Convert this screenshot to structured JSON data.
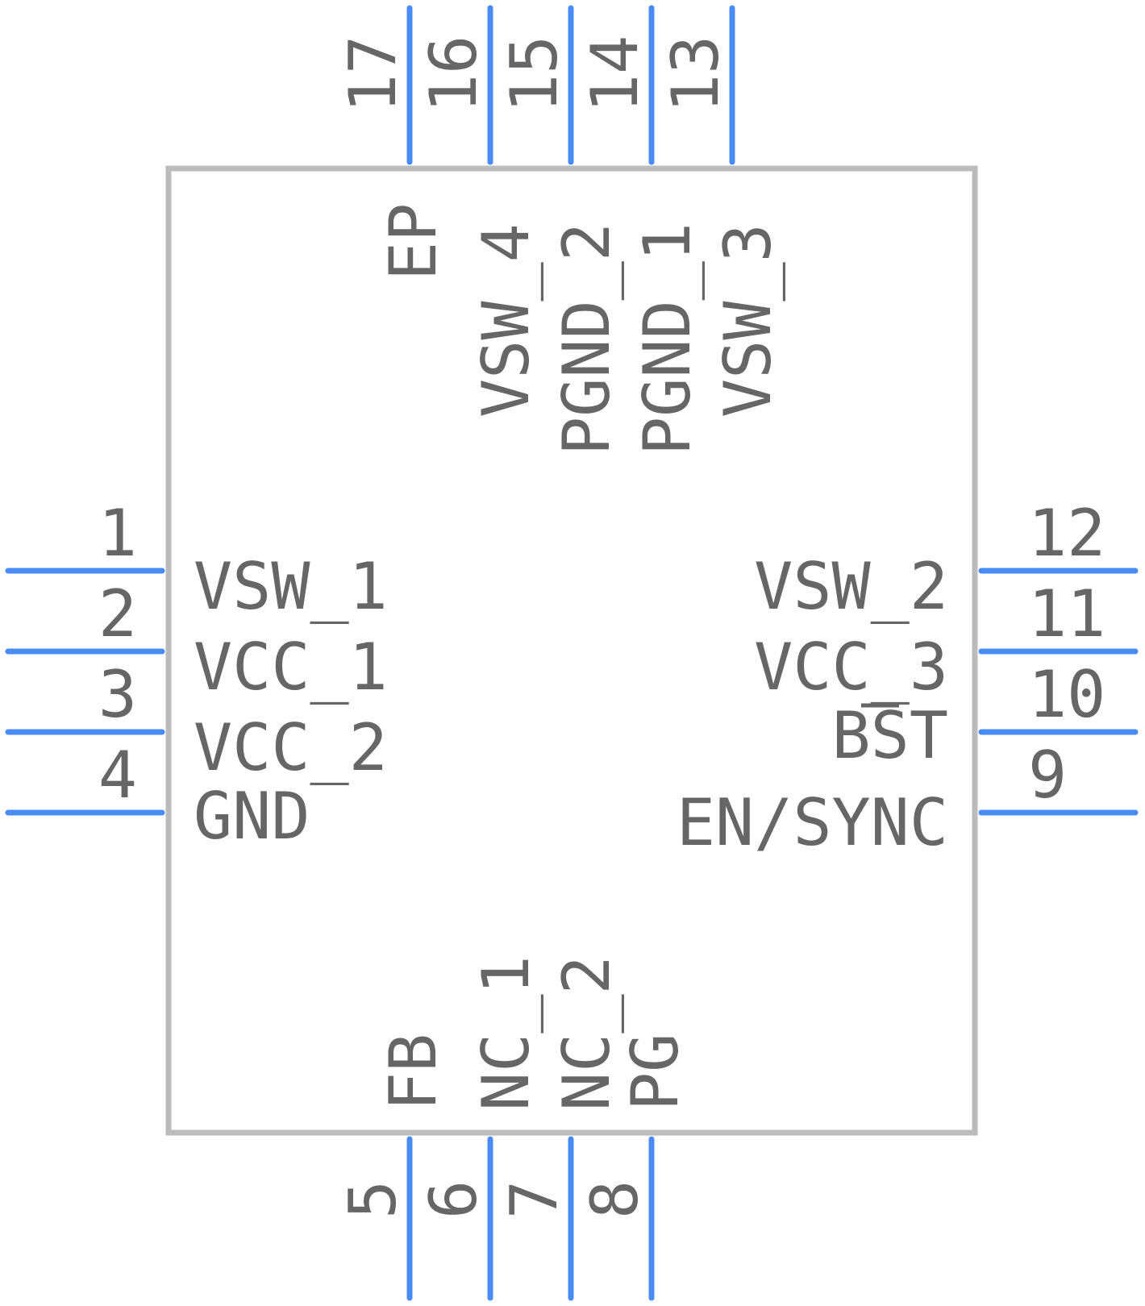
{
  "component": {
    "colors": {
      "pin": "#4a8cf7",
      "body": "#bcbcbc",
      "text": "#666666"
    },
    "left_pins": [
      {
        "number": "1",
        "name": "VSW_1"
      },
      {
        "number": "2",
        "name": "VCC_1"
      },
      {
        "number": "3",
        "name": "VCC_2"
      },
      {
        "number": "4",
        "name": "GND"
      }
    ],
    "right_pins": [
      {
        "number": "12",
        "name": "VSW_2"
      },
      {
        "number": "11",
        "name": "VCC_3"
      },
      {
        "number": "10",
        "name": "BST"
      },
      {
        "number": "9",
        "name": "EN/SYNC"
      }
    ],
    "top_pins": [
      {
        "number": "17",
        "name": "EP"
      },
      {
        "number": "16",
        "name": "VSW_4"
      },
      {
        "number": "15",
        "name": "PGND_2"
      },
      {
        "number": "14",
        "name": "PGND_1"
      },
      {
        "number": "13",
        "name": "VSW_3"
      }
    ],
    "bottom_pins": [
      {
        "number": "5",
        "name": "FB"
      },
      {
        "number": "6",
        "name": "NC_1"
      },
      {
        "number": "7",
        "name": "NC_2"
      },
      {
        "number": "8",
        "name": "PG"
      }
    ]
  }
}
